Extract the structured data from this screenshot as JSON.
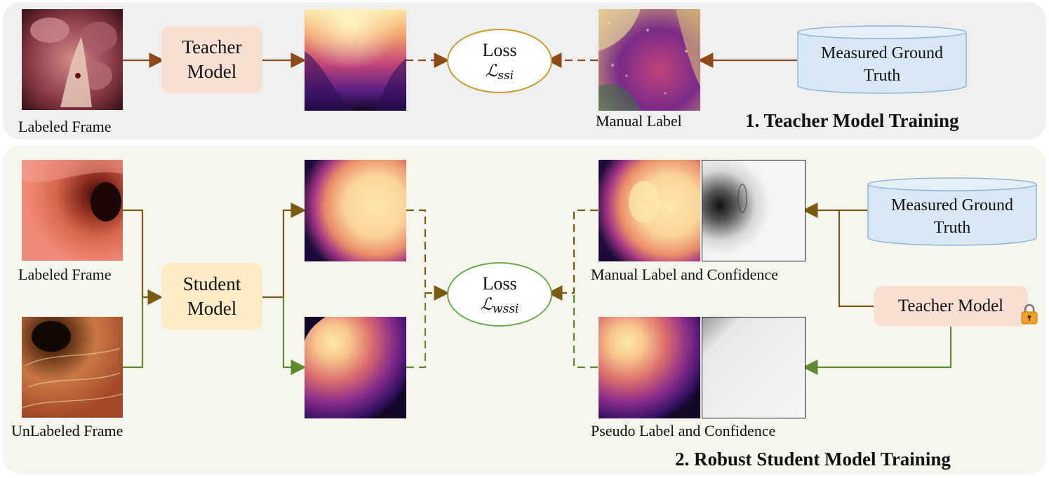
{
  "section1": {
    "title": "1. Teacher Model Training",
    "labeled_frame_caption": "Labeled Frame",
    "teacher_model_label": "Teacher\nModel",
    "loss_label": "Loss",
    "loss_symbol": "ℒ",
    "loss_subscript": "ssi",
    "manual_label_caption": "Manual Label",
    "ground_truth_label": "Measured Ground\nTruth"
  },
  "section2": {
    "title": "2. Robust Student Model Training",
    "labeled_frame_caption": "Labeled Frame",
    "unlabeled_frame_caption": "UnLabeled Frame",
    "student_model_label": "Student\nModel",
    "loss_label": "Loss",
    "loss_symbol": "ℒ",
    "loss_subscript": "wssi",
    "manual_label_caption": "Manual Label and Confidence",
    "pseudo_label_caption": "Pseudo Label and Confidence",
    "ground_truth_label": "Measured Ground\nTruth",
    "teacher_model_label": "Teacher Model"
  },
  "colors": {
    "panel1_bg": "#efefef",
    "panel2_bg": "#f7f6ee",
    "teacher_box": "#f7dfd3",
    "student_box": "#fdebc6",
    "database": "#d8e8f5",
    "arrow_brown": "#8b4a17",
    "arrow_olive": "#7a5a10",
    "arrow_green": "#5e8a30"
  },
  "icons": [
    "lock-icon"
  ]
}
